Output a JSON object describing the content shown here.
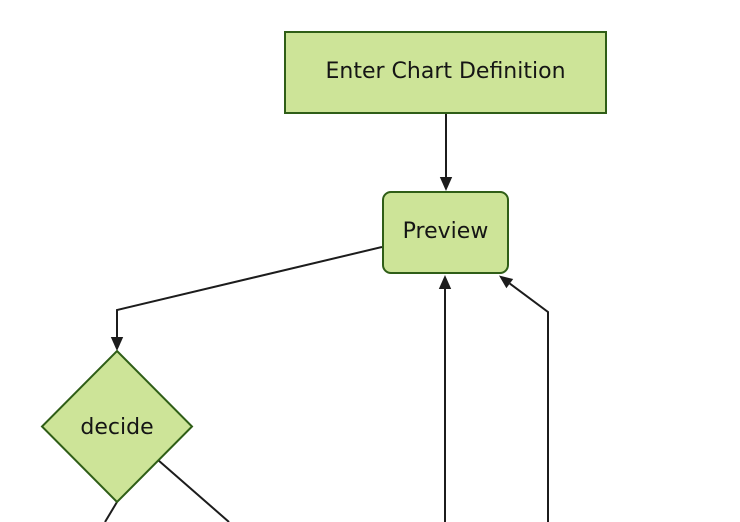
{
  "diagram": {
    "type": "flowchart-top-down",
    "colors": {
      "node_fill": "#cde498",
      "node_border": "#2f5e17",
      "edge": "#1c1c1c",
      "text": "#151515",
      "background": "#ffffff"
    },
    "nodes": [
      {
        "id": "enter-chart-definition",
        "shape": "rectangle",
        "label": "Enter Chart Definition"
      },
      {
        "id": "preview",
        "shape": "rounded-rectangle",
        "label": "Preview"
      },
      {
        "id": "decide",
        "shape": "diamond",
        "label": "decide"
      }
    ],
    "edges": [
      {
        "from": "enter-chart-definition",
        "to": "preview",
        "arrowhead": true
      },
      {
        "from": "preview",
        "to": "decide",
        "arrowhead": true
      },
      {
        "from": "offscreen-bottom",
        "to": "preview",
        "arrowhead": true
      },
      {
        "from": "offscreen-bottom-right",
        "to": "preview",
        "arrowhead": true
      },
      {
        "from": "decide",
        "to": "offscreen-bottom-left",
        "arrowhead": false
      },
      {
        "from": "decide",
        "to": "offscreen-bottom-right",
        "arrowhead": false
      }
    ]
  }
}
